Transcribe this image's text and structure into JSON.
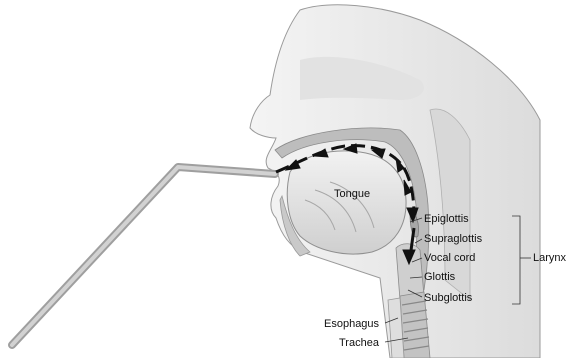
{
  "labels": {
    "tongue": "Tongue",
    "epiglottis": "Epiglottis",
    "supraglottis": "Supraglottis",
    "vocal_cord": "Vocal cord",
    "glottis": "Glottis",
    "subglottis": "Subglottis",
    "larynx": "Larynx",
    "esophagus": "Esophagus",
    "trachea": "Trachea"
  },
  "colors": {
    "tissue_light": "#ececec",
    "tissue_mid": "#d6d6d6",
    "tissue_dark": "#b5b5b5",
    "outline": "#8a8a8a",
    "arrow": "#111111",
    "scope": "#b9b9b9"
  }
}
